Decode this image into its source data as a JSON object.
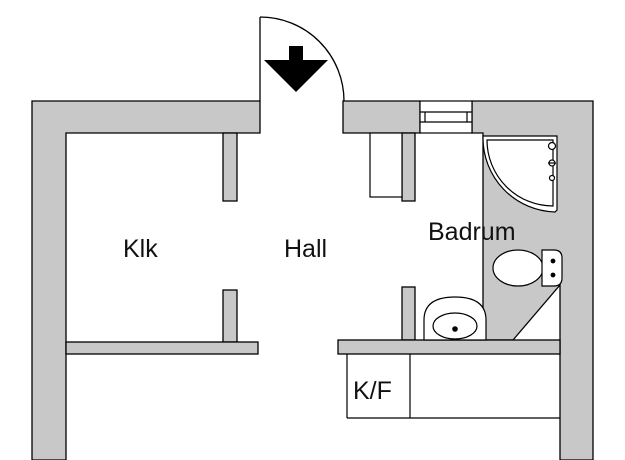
{
  "floor_plan": {
    "rooms": [
      {
        "id": "klk",
        "label": "Klk"
      },
      {
        "id": "hall",
        "label": "Hall"
      },
      {
        "id": "badrum",
        "label": "Badrum"
      },
      {
        "id": "kf",
        "label": "K/F"
      }
    ],
    "entrance": {
      "icon": "entrance-arrow-icon"
    },
    "colors": {
      "wall_fill": "#c8c8c8",
      "line": "#000000",
      "background": "#ffffff"
    }
  }
}
